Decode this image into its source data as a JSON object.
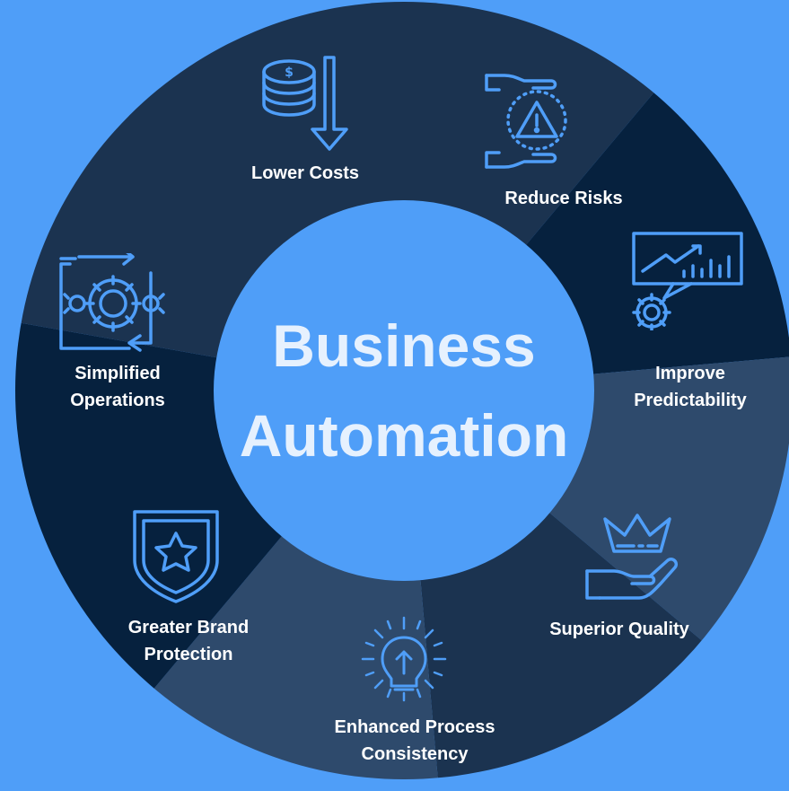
{
  "title": {
    "line1": "Business",
    "line2": "Automation"
  },
  "segments": [
    {
      "id": "lower-costs",
      "line1": "Lower Costs",
      "line2": "",
      "icon": "coins-down-arrow-icon",
      "color": "#1b3350"
    },
    {
      "id": "reduce-risks",
      "line1": "Reduce Risks",
      "line2": "",
      "icon": "hand-warning-icon",
      "color": "#06213e"
    },
    {
      "id": "improve-predictability",
      "line1": "Improve",
      "line2": "Predictability",
      "icon": "chart-gear-icon",
      "color": "#2e4a6c"
    },
    {
      "id": "superior-quality",
      "line1": "Superior Quality",
      "line2": "",
      "icon": "crown-hand-icon",
      "color": "#1b3350"
    },
    {
      "id": "enhanced-process-consistency",
      "line1": "Enhanced Process",
      "line2": "Consistency",
      "icon": "lightbulb-icon",
      "color": "#2e4a6c"
    },
    {
      "id": "greater-brand-protection",
      "line1": "Greater Brand",
      "line2": "Protection",
      "icon": "shield-star-icon",
      "color": "#06213e"
    },
    {
      "id": "simplified-operations",
      "line1": "Simplified",
      "line2": "Operations",
      "icon": "gears-cycle-icon",
      "color": "#1b3350"
    }
  ],
  "colors": {
    "background": "#4f9ef8",
    "center": "#4f9ef8",
    "title_text": "#e6f1fe",
    "label_text": "#ffffff",
    "icon_stroke": "#4f9ef8"
  }
}
